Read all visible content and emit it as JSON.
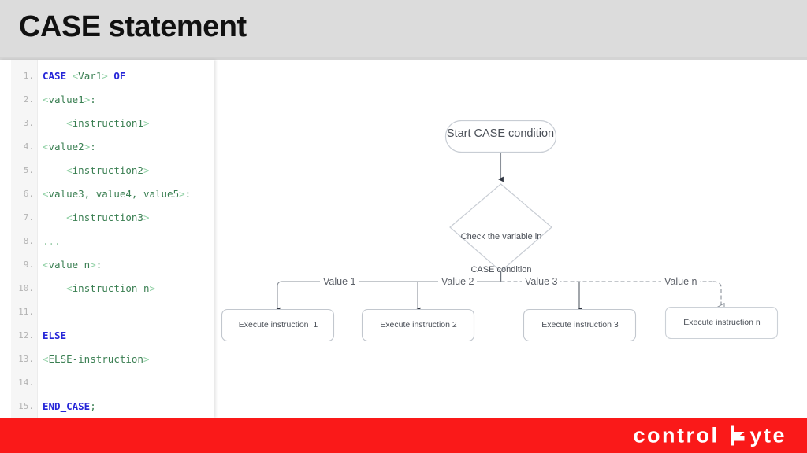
{
  "header": {
    "title": "CASE statement",
    "background": "#dcdcdc"
  },
  "code": {
    "language": "structured-text",
    "lines": [
      {
        "num": "1.",
        "tokens": [
          {
            "t": "CASE",
            "c": "kw"
          },
          {
            "t": " ",
            "c": "plain"
          },
          {
            "t": "<",
            "c": "ang"
          },
          {
            "t": "Var1",
            "c": "var"
          },
          {
            "t": ">",
            "c": "ang"
          },
          {
            "t": " ",
            "c": "plain"
          },
          {
            "t": "OF",
            "c": "kw"
          }
        ]
      },
      {
        "num": "2.",
        "tokens": [
          {
            "t": "<",
            "c": "ang"
          },
          {
            "t": "value1",
            "c": "var"
          },
          {
            "t": ">",
            "c": "ang"
          },
          {
            "t": ":",
            "c": "punc"
          }
        ]
      },
      {
        "num": "3.",
        "tokens": [
          {
            "t": "    ",
            "c": "plain"
          },
          {
            "t": "<",
            "c": "ang"
          },
          {
            "t": "instruction1",
            "c": "var"
          },
          {
            "t": ">",
            "c": "ang"
          }
        ]
      },
      {
        "num": "4.",
        "tokens": [
          {
            "t": "<",
            "c": "ang"
          },
          {
            "t": "value2",
            "c": "var"
          },
          {
            "t": ">",
            "c": "ang"
          },
          {
            "t": ":",
            "c": "punc"
          }
        ]
      },
      {
        "num": "5.",
        "tokens": [
          {
            "t": "    ",
            "c": "plain"
          },
          {
            "t": "<",
            "c": "ang"
          },
          {
            "t": "instruction2",
            "c": "var"
          },
          {
            "t": ">",
            "c": "ang"
          }
        ]
      },
      {
        "num": "6.",
        "tokens": [
          {
            "t": "<",
            "c": "ang"
          },
          {
            "t": "value3, value4, value5",
            "c": "var"
          },
          {
            "t": ">",
            "c": "ang"
          },
          {
            "t": ":",
            "c": "punc"
          }
        ]
      },
      {
        "num": "7.",
        "tokens": [
          {
            "t": "    ",
            "c": "plain"
          },
          {
            "t": "<",
            "c": "ang"
          },
          {
            "t": "instruction3",
            "c": "var"
          },
          {
            "t": ">",
            "c": "ang"
          }
        ]
      },
      {
        "num": "8.",
        "tokens": [
          {
            "t": "...",
            "c": "dots"
          }
        ]
      },
      {
        "num": "9.",
        "tokens": [
          {
            "t": "<",
            "c": "ang"
          },
          {
            "t": "value n",
            "c": "var"
          },
          {
            "t": ">",
            "c": "ang"
          },
          {
            "t": ":",
            "c": "punc"
          }
        ]
      },
      {
        "num": "10.",
        "tokens": [
          {
            "t": "    ",
            "c": "plain"
          },
          {
            "t": "<",
            "c": "ang"
          },
          {
            "t": "instruction n",
            "c": "var"
          },
          {
            "t": ">",
            "c": "ang"
          }
        ]
      },
      {
        "num": "11.",
        "tokens": []
      },
      {
        "num": "12.",
        "tokens": [
          {
            "t": "ELSE",
            "c": "kw"
          }
        ]
      },
      {
        "num": "13.",
        "tokens": [
          {
            "t": "<",
            "c": "ang"
          },
          {
            "t": "ELSE-instruction",
            "c": "var"
          },
          {
            "t": ">",
            "c": "ang"
          }
        ]
      },
      {
        "num": "14.",
        "tokens": []
      },
      {
        "num": "15.",
        "tokens": [
          {
            "t": "END_CASE",
            "c": "kw"
          },
          {
            "t": ";",
            "c": "punc"
          }
        ]
      }
    ],
    "colors": {
      "keyword": "#2626d8",
      "variable": "#3a7f52",
      "angle_bracket": "#8fd0a4",
      "line_number": "#b4b4b4",
      "gutter_bg": "#f6f6f6"
    }
  },
  "flowchart": {
    "start_node": "Start CASE condition",
    "decision_node_line1": "Check the variable in",
    "decision_node_line2": "CASE condition",
    "branches": [
      {
        "label": "Value 1",
        "target": "Execute instruction  1",
        "line_style": "solid",
        "arrow": "filled"
      },
      {
        "label": "Value 2",
        "target": "Execute instruction 2",
        "line_style": "solid",
        "arrow": "filled"
      },
      {
        "label": "Value 3",
        "target": "Execute instruction 3",
        "line_style": "dashed",
        "arrow": "filled"
      },
      {
        "label": "Value n",
        "target": "Execute instruction n",
        "line_style": "dashed",
        "arrow": "hollow"
      }
    ],
    "colors": {
      "node_stroke": "#c8cdd4",
      "node_text": "#4a4f57",
      "connector": "#8a9099"
    }
  },
  "footer": {
    "logo_word1": "control",
    "logo_word2": "yte",
    "background": "#fa1919"
  }
}
